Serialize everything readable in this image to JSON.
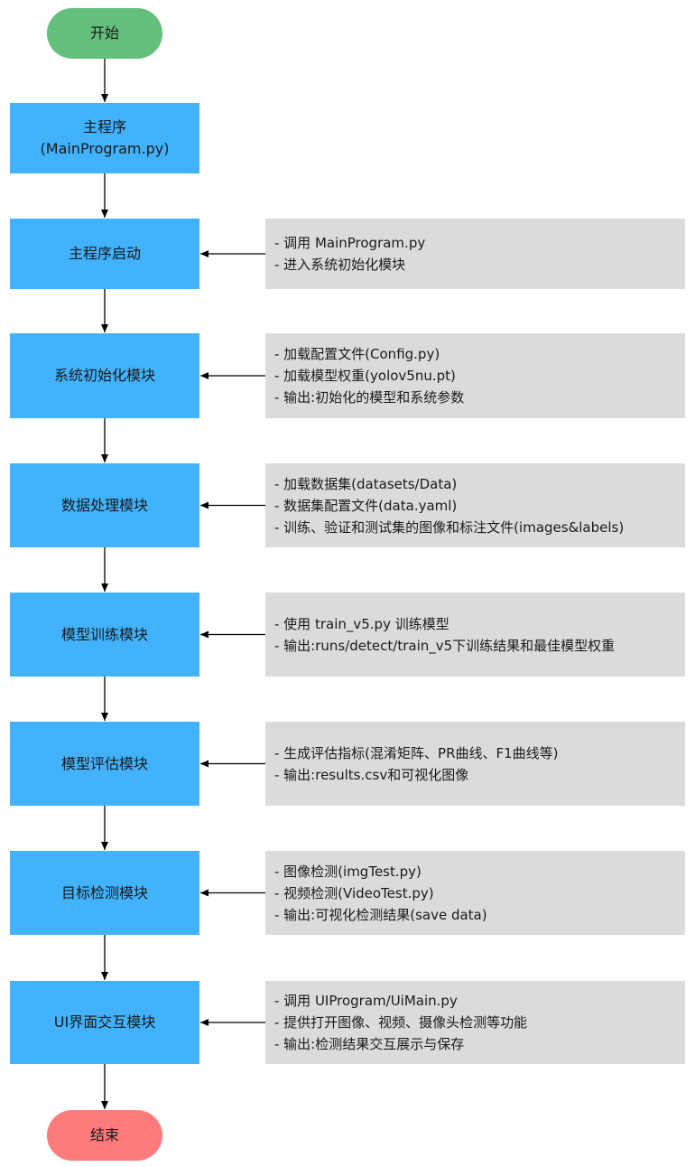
{
  "start": {
    "label": "开始"
  },
  "end": {
    "label": "结束"
  },
  "steps": [
    {
      "line1": "主程序",
      "line2": "(MainProgram.py)",
      "note": []
    },
    {
      "line1": "主程序启动",
      "line2": "",
      "note": [
        "- 调用 MainProgram.py",
        "- 进入系统初始化模块"
      ]
    },
    {
      "line1": "系统初始化模块",
      "line2": "",
      "note": [
        "- 加载配置文件(Config.py)",
        "- 加载模型权重(yolov5nu.pt)",
        "- 输出:初始化的模型和系统参数"
      ]
    },
    {
      "line1": "数据处理模块",
      "line2": "",
      "note": [
        "- 加载数据集(datasets/Data)",
        "- 数据集配置文件(data.yaml)",
        "- 训练、验证和测试集的图像和标注文件(images&labels)"
      ]
    },
    {
      "line1": "模型训练模块",
      "line2": "",
      "note": [
        "- 使用 train_v5.py 训练模型",
        "- 输出:runs/detect/train_v5下训练结果和最佳模型权重"
      ]
    },
    {
      "line1": "模型评估模块",
      "line2": "",
      "note": [
        "- 生成评估指标(混淆矩阵、PR曲线、F1曲线等)",
        "- 输出:results.csv和可视化图像"
      ]
    },
    {
      "line1": "目标检测模块",
      "line2": "",
      "note": [
        "- 图像检测(imgTest.py)",
        "- 视频检测(VideoTest.py)",
        "- 输出:可视化检测结果(save data)"
      ]
    },
    {
      "line1": "UI界面交互模块",
      "line2": "",
      "note": [
        "- 调用 UIProgram/UiMain.py",
        "- 提供打开图像、视频、摄像头检测等功能",
        "- 输出:检测结果交互展示与保存"
      ]
    }
  ],
  "colors": {
    "start": "#63bf7b",
    "end": "#ff7b7b",
    "step": "#41b2fb",
    "note": "#dbdbdb",
    "line": "#000000"
  }
}
